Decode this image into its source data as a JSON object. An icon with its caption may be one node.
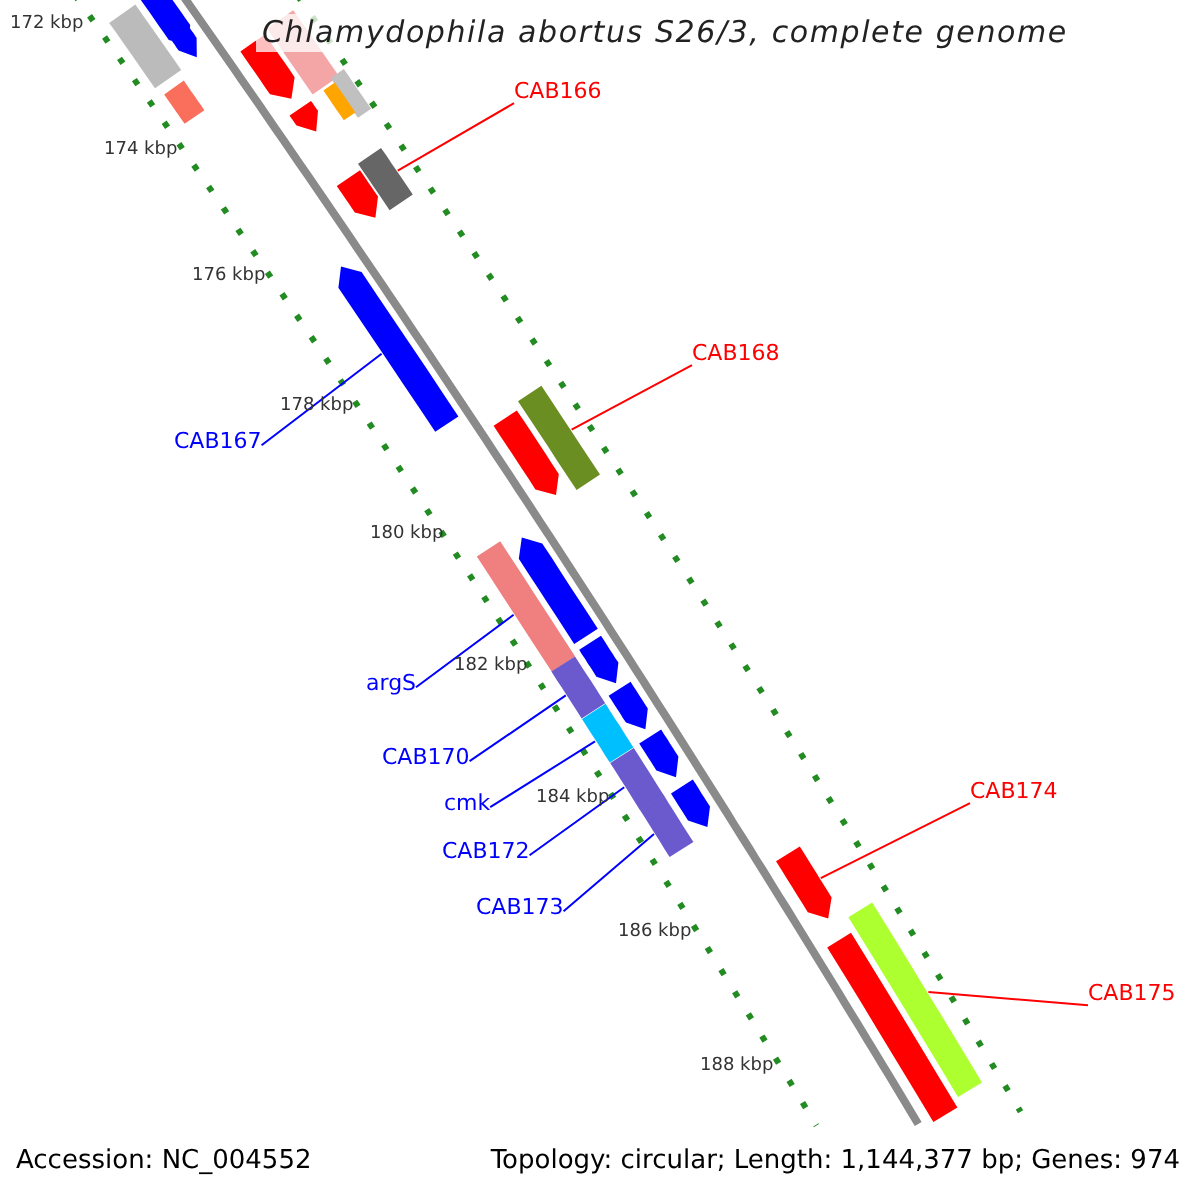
{
  "diagram": {
    "title": "Chlamydophila abortus S26/3, complete genome",
    "nodes": [
      {
        "text": [
          "CAB166"
        ]
      },
      {
        "text": [],
        "shape": "box"
      },
      {
        "text": [
          "CAB167"
        ]
      },
      {
        "text": [],
        "shape": "pentagon"
      },
      {
        "text": [
          "CAB168"
        ]
      },
      {
        "text": [],
        "shape": "box"
      },
      {
        "text": [
          "argS"
        ]
      },
      {
        "text": [],
        "shape": "box"
      },
      {
        "text": [
          "CAB170"
        ]
      },
      {
        "text": [],
        "shape": "box"
      },
      {
        "text": [
          "cmk"
        ]
      },
      {
        "text": [],
        "shape": "box"
      },
      {
        "text": [
          "CAB172"
        ]
      },
      {
        "text": [],
        "shape": "box"
      },
      {
        "text": [
          "CAB173"
        ]
      },
      {
        "text": [],
        "shape": "box"
      },
      {
        "text": [
          "CAB174"
        ]
      },
      {
        "text": [],
        "shape": "pentagon"
      },
      {
        "text": [
          "CAB175"
        ]
      },
      {
        "text": [],
        "shape": "box"
      },
      {
        "text": [],
        "shape": "box"
      },
      {
        "text": [],
        "shape": "pentagon"
      },
      {
        "text": [],
        "shape": "box"
      },
      {
        "text": [],
        "shape": "pentagon"
      },
      {
        "text": [],
        "shape": "box"
      },
      {
        "text": [],
        "shape": "pentagon"
      },
      {
        "text": [],
        "shape": "box"
      },
      {
        "text": [],
        "shape": "box"
      },
      {
        "text": [],
        "shape": "pentagon"
      },
      {
        "text": [],
        "shape": "pentagon"
      },
      {
        "text": [],
        "shape": "pentagon"
      },
      {
        "text": [],
        "shape": "pentagon"
      },
      {
        "text": [],
        "shape": "pentagon"
      },
      {
        "text": [],
        "shape": "pentagon"
      },
      {
        "text": [],
        "shape": "pentagon"
      },
      {
        "text": [],
        "shape": "pentagon"
      },
      {
        "text": [],
        "shape": "box"
      }
    ],
    "edges": [
      {
        "from": 0,
        "to": 1,
        "arrow": "none",
        "color": "#ff0000"
      },
      {
        "from": 2,
        "to": 3,
        "arrow": "none"
      },
      {
        "from": 4,
        "to": 5,
        "arrow": "none",
        "color": "#ff0000"
      },
      {
        "from": 6,
        "to": 7,
        "arrow": "none"
      },
      {
        "from": 8,
        "to": 9,
        "arrow": "none"
      },
      {
        "from": 10,
        "to": 11,
        "arrow": "none"
      },
      {
        "from": 12,
        "to": 13,
        "arrow": "none"
      },
      {
        "from": 14,
        "to": 15,
        "arrow": "none"
      },
      {
        "from": 16,
        "to": 17,
        "arrow": "none",
        "color": "#ff0000"
      },
      {
        "from": 18,
        "to": 19,
        "arrow": "none",
        "color": "#ff0000"
      }
    ],
    "labels": [
      "172 kbp",
      "174 kbp",
      "176 kbp",
      "178 kbp",
      "180 kbp",
      "182 kbp",
      "184 kbp",
      "186 kbp",
      "188 kbp",
      "Accession: NC_004552",
      "Topology: circular; Length: 1,144,377 bp; Genes: 974"
    ]
  }
}
